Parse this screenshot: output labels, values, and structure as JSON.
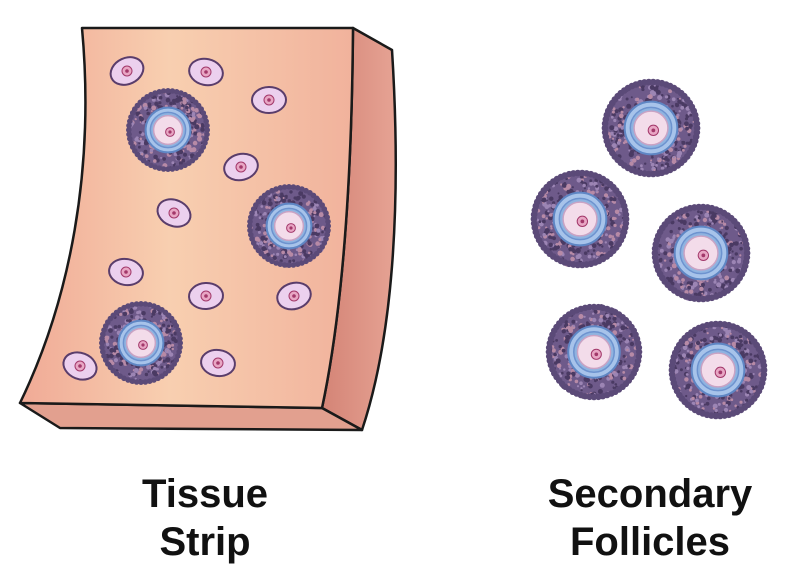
{
  "labels": {
    "tissue_strip": {
      "line1": "Tissue",
      "line2": "Strip"
    },
    "secondary_follicles": {
      "line1": "Secondary",
      "line2": "Follicles"
    }
  },
  "colors": {
    "tissue_front": "#f2b6a0",
    "tissue_center": "#f9d4b2",
    "tissue_side": "#d98c80",
    "tissue_bottom": "#e3a08e",
    "outline": "#1a1a1a",
    "cell_fill": "#ecd0ee",
    "cell_stroke": "#5a3d6b",
    "granulosa": "#6e5a8a",
    "zona": "#8fb3e0",
    "oocyte": "#f3dcea",
    "nucleus": "#e8a6c4",
    "nucleolus": "#a2386a"
  }
}
